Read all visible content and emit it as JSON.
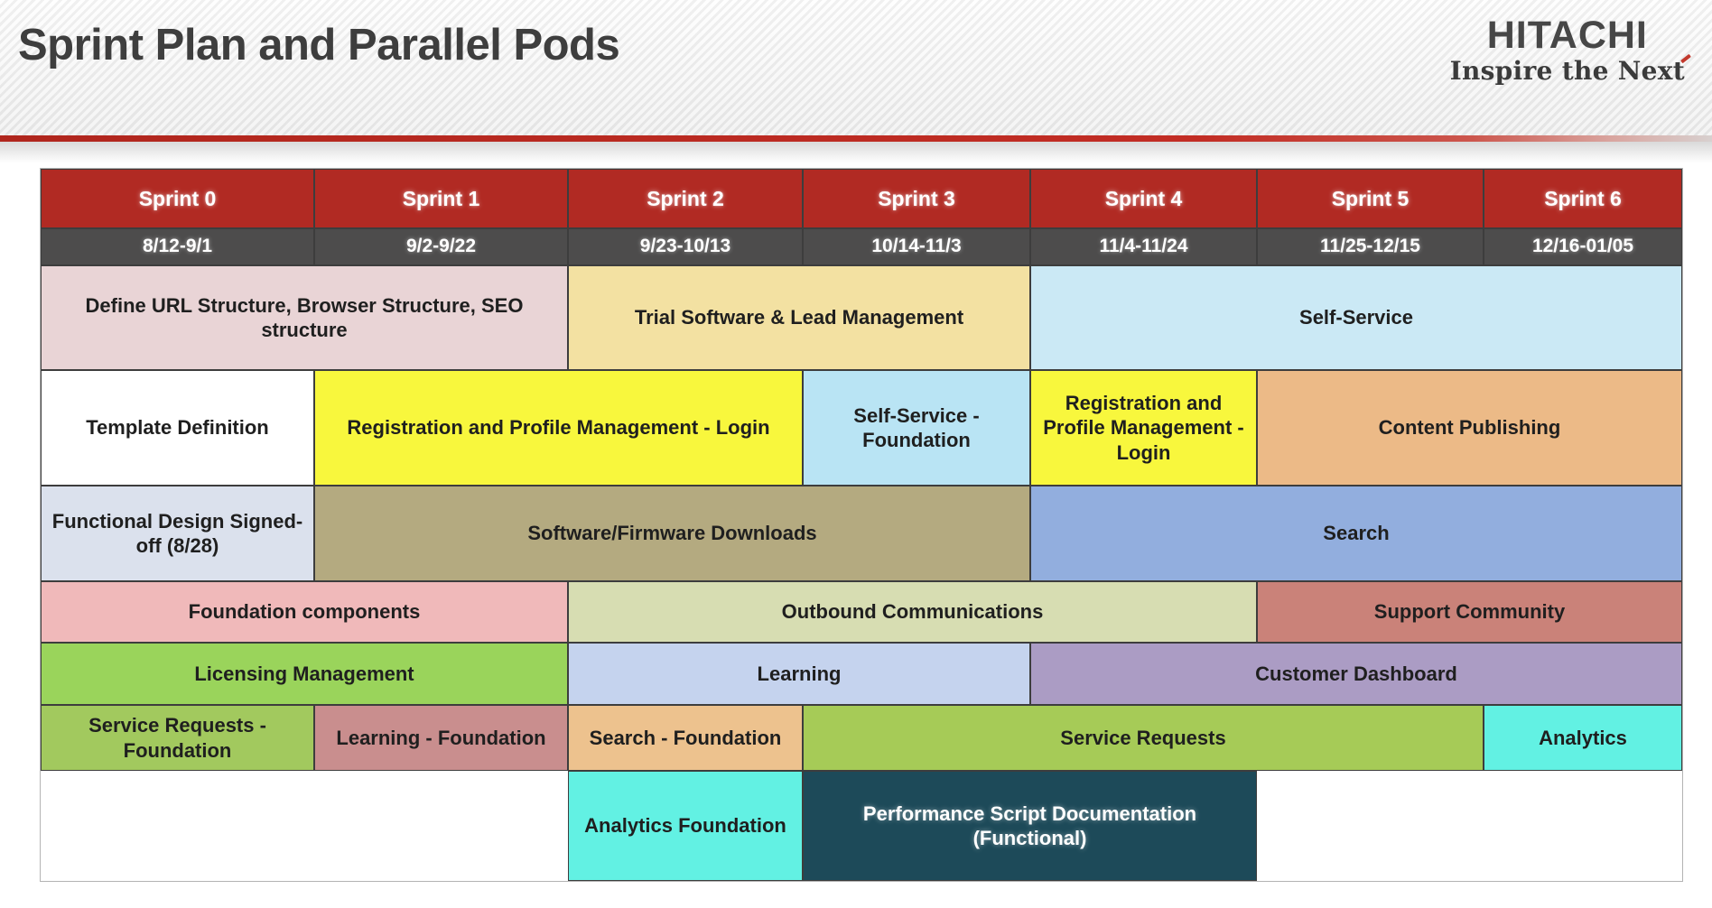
{
  "header": {
    "title": "Sprint Plan and Parallel Pods",
    "logo": {
      "brand": "HITACHI",
      "tagline_pre": "Inspire the Nex",
      "tagline_last": "t"
    }
  },
  "styles": {
    "header_bg": "#b12a23",
    "header_fg": "#ffffff",
    "date_bg": "#4d4c4c",
    "date_fg": "#ffffff",
    "cell_border": "#3d3d3d",
    "accent_line": "#c02b23"
  },
  "table": {
    "columns": [
      {
        "sprint": "Sprint 0",
        "dates": "8/12-9/1"
      },
      {
        "sprint": "Sprint 1",
        "dates": "9/2-9/22"
      },
      {
        "sprint": "Sprint 2",
        "dates": "9/23-10/13"
      },
      {
        "sprint": "Sprint 3",
        "dates": "10/14-11/3"
      },
      {
        "sprint": "Sprint 4",
        "dates": "11/4-11/24"
      },
      {
        "sprint": "Sprint 5",
        "dates": "11/25-12/15"
      },
      {
        "sprint": "Sprint 6",
        "dates": "12/16-01/05"
      }
    ],
    "tasks": [
      {
        "label": "Define URL Structure, Browser Structure, SEO structure",
        "sprints": "0-1",
        "bg": "#e9d4d6",
        "fg": "#1f1f1f"
      },
      {
        "label": "Trial Software & Lead Management",
        "sprints": "2-3",
        "bg": "#f3e1a2",
        "fg": "#1f1f1f"
      },
      {
        "label": "Self-Service",
        "sprints": "4-6",
        "bg": "#cbe9f5",
        "fg": "#1f1f1f"
      },
      {
        "label": "Template Definition",
        "sprints": "0",
        "bg": "#ffffff",
        "fg": "#1f1f1f"
      },
      {
        "label": "Registration and Profile Management - Login",
        "sprints": "1-2",
        "bg": "#f8f73d",
        "fg": "#1f1f1f"
      },
      {
        "label": "Self-Service - Foundation",
        "sprints": "3",
        "bg": "#b9e4f4",
        "fg": "#1f1f1f"
      },
      {
        "label": "Registration and Profile Management - Login",
        "sprints": "4",
        "bg": "#f8f73d",
        "fg": "#1f1f1f"
      },
      {
        "label": "Content Publishing",
        "sprints": "5-6",
        "bg": "#ecba87",
        "fg": "#1f1f1f"
      },
      {
        "label": "Functional Design Signed-off (8/28)",
        "sprints": "0",
        "bg": "#dbe1ed",
        "fg": "#1f1f1f"
      },
      {
        "label": "Software/Firmware Downloads",
        "sprints": "1-3",
        "bg": "#b4aa80",
        "fg": "#1f1f1f"
      },
      {
        "label": "Search",
        "sprints": "4-6",
        "bg": "#92aede",
        "fg": "#1f1f1f"
      },
      {
        "label": "Foundation components",
        "sprints": "0-1",
        "bg": "#f0b9ba",
        "fg": "#1f1f1f"
      },
      {
        "label": "Outbound Communications",
        "sprints": "2-4",
        "bg": "#d7ddb2",
        "fg": "#1f1f1f"
      },
      {
        "label": "Support Community",
        "sprints": "5-6",
        "bg": "#ca8279",
        "fg": "#1f1f1f"
      },
      {
        "label": "Licensing Management",
        "sprints": "0-1",
        "bg": "#9ad45b",
        "fg": "#1f1f1f"
      },
      {
        "label": "Learning",
        "sprints": "2-3",
        "bg": "#c5d3ee",
        "fg": "#1f1f1f"
      },
      {
        "label": "Customer Dashboard",
        "sprints": "4-6",
        "bg": "#ab9cc4",
        "fg": "#1f1f1f"
      },
      {
        "label": "Service Requests - Foundation",
        "sprints": "0",
        "bg": "#a2c95e",
        "fg": "#1f1f1f"
      },
      {
        "label": "Learning - Foundation",
        "sprints": "1",
        "bg": "#c98e8e",
        "fg": "#1f1f1f"
      },
      {
        "label": "Search - Foundation",
        "sprints": "2",
        "bg": "#edc28e",
        "fg": "#1f1f1f"
      },
      {
        "label": "Service Requests",
        "sprints": "3-5",
        "bg": "#a6cb57",
        "fg": "#1f1f1f"
      },
      {
        "label": "Analytics",
        "sprints": "6",
        "bg": "#62f1e3",
        "fg": "#1f1f1f"
      },
      {
        "label": "Analytics Foundation",
        "sprints": "2",
        "bg": "#62f1e3",
        "fg": "#1f1f1f"
      },
      {
        "label": "Performance Script Documentation (Functional)",
        "sprints": "3-4",
        "bg": "#1d4a59",
        "fg": "#ffffff"
      }
    ]
  }
}
